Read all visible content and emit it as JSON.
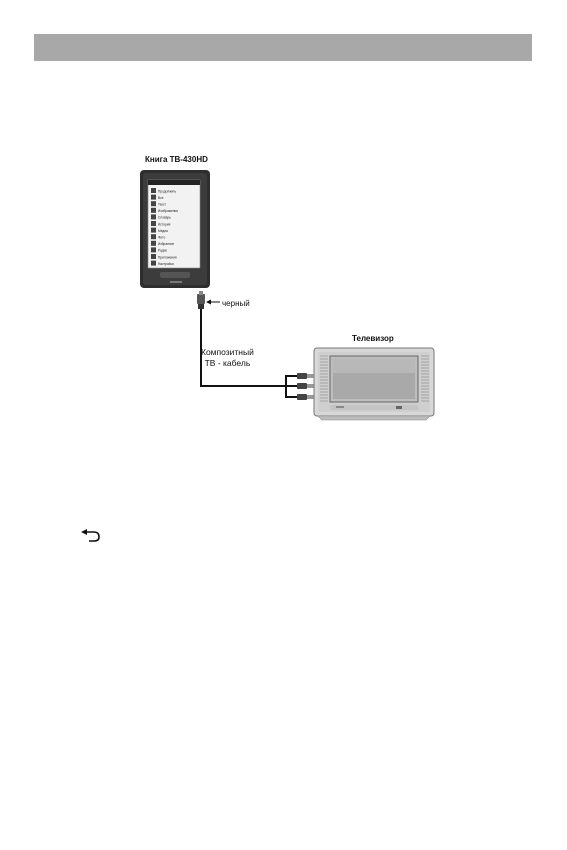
{
  "diagram": {
    "book_label": "Книга ТВ-430HD",
    "tv_label": "Телевизор",
    "cable_color_label": "черный",
    "cable_type_label": "Композитный\nТВ - кабель",
    "menu_items": [
      "Продолжить",
      "Все",
      "Текст",
      "Изображения",
      "Словарь",
      "История",
      "Медиа",
      "Фото",
      "Избранное",
      "Радио",
      "Приложения",
      "Настройки"
    ],
    "icons": [
      "ebook-device-icon",
      "composite-plug-icon",
      "rca-plug-icon",
      "television-icon"
    ]
  },
  "footer": {
    "icon": "back-arrow-icon"
  }
}
